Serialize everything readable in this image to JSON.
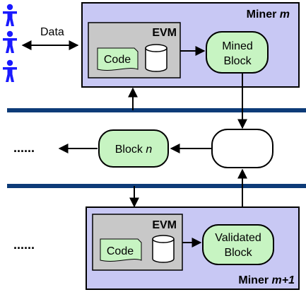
{
  "users": {
    "data_label": "Data",
    "icon": "person-icon",
    "color": "#1a1aff"
  },
  "miner_top": {
    "label_prefix": "Miner ",
    "label_var": "m",
    "evm_label": "EVM",
    "code_label": "Code",
    "block_line1": "Mined",
    "block_line2": "Block"
  },
  "chain": {
    "block_prefix": "Block ",
    "block_var": "n",
    "ellipsis": "......"
  },
  "miner_bottom": {
    "label_prefix": "Miner ",
    "label_var": "m+1",
    "evm_label": "EVM",
    "code_label": "Code",
    "block_line1": "Validated",
    "block_line2": "Block",
    "ellipsis": "......"
  },
  "colors": {
    "miner_fill": "#c8c8f4",
    "evm_fill": "#c8c8c8",
    "block_fill": "#c7f4c2",
    "network_line": "#0d3b78",
    "user_icon": "#1a1aff"
  }
}
